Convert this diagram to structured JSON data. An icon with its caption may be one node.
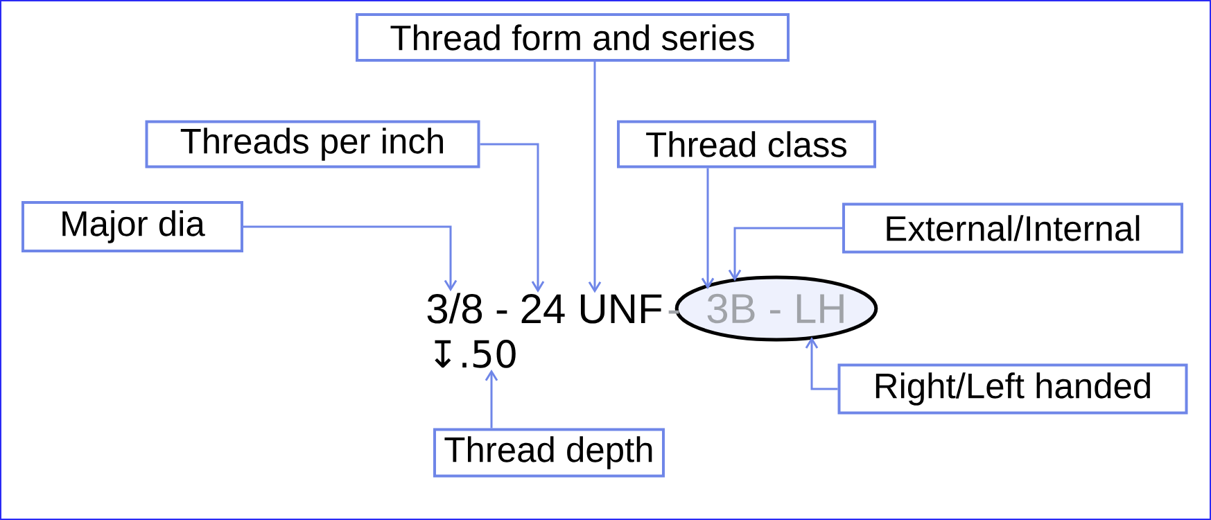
{
  "diagram": {
    "nodes": [
      {
        "text": [
          "Thread form and series"
        ]
      },
      {
        "text": [
          "Threads per inch"
        ]
      },
      {
        "text": [
          "Thread class"
        ]
      },
      {
        "text": [
          "Major dia"
        ]
      },
      {
        "text": [
          "External/Internal"
        ]
      },
      {
        "text": [
          "Right/Left handed"
        ]
      },
      {
        "text": [
          "Thread depth"
        ]
      },
      {
        "text": [
          "3/8"
        ]
      },
      {
        "text": [
          "24"
        ]
      },
      {
        "text": [
          "UNF"
        ]
      },
      {
        "text": [
          "3B - LH"
        ]
      },
      {
        "text": [
          "↧.50"
        ]
      }
    ],
    "edges": [
      {
        "from": 3,
        "to": 7,
        "arrow": "to"
      },
      {
        "from": 1,
        "to": 8,
        "arrow": "to"
      },
      {
        "from": 0,
        "to": 9,
        "arrow": "to"
      },
      {
        "from": 2,
        "to": 10,
        "arrow": "to"
      },
      {
        "from": 4,
        "to": 10,
        "arrow": "to"
      },
      {
        "from": 5,
        "to": 10,
        "arrow": "to"
      },
      {
        "from": 6,
        "to": 11,
        "arrow": "to"
      }
    ],
    "labels": [
      "-",
      "-"
    ]
  }
}
